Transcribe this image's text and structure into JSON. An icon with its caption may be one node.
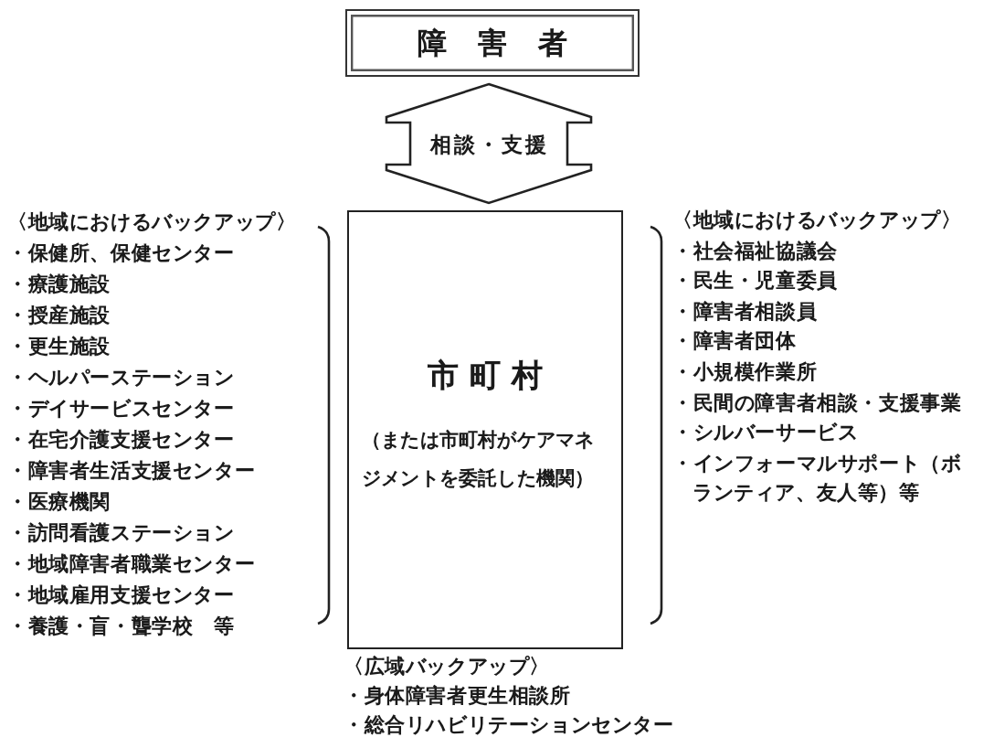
{
  "diagram": {
    "nodes": [
      {
        "text": [
          "障害者"
        ]
      },
      {
        "text": [
          "市町村",
          "（または市町村がケアマネジメントを委託した機関）"
        ]
      }
    ],
    "edges": [
      {
        "from": 0,
        "to": 1,
        "arrow": "both",
        "label": "相談・支援"
      }
    ],
    "labels": [
      "〈地域におけるバックアップ〉",
      "・保健所、保健センター",
      "・療護施設",
      "・授産施設",
      "・更生施設",
      "・ヘルパーステーション",
      "・デイサービスセンター",
      "・在宅介護支援センター",
      "・障害者生活支援センター",
      "・医療機関",
      "・訪問看護ステーション",
      "・地域障害者職業センター",
      "・地域雇用支援センター",
      "・養護・盲・聾学校　等",
      "〈地域におけるバックアップ〉",
      "・社会福祉協議会",
      "・民生・児童委員",
      "・障害者相談員",
      "・障害者団体",
      "・小規模作業所",
      "・民間の障害者相談・支援事業",
      "・シルバーサービス",
      "・インフォーマルサポート（ボランティア、友人等）等",
      "〈広域バックアップ〉",
      "・身体障害者更生相談所",
      "・総合リハビリテーションセンター"
    ]
  }
}
